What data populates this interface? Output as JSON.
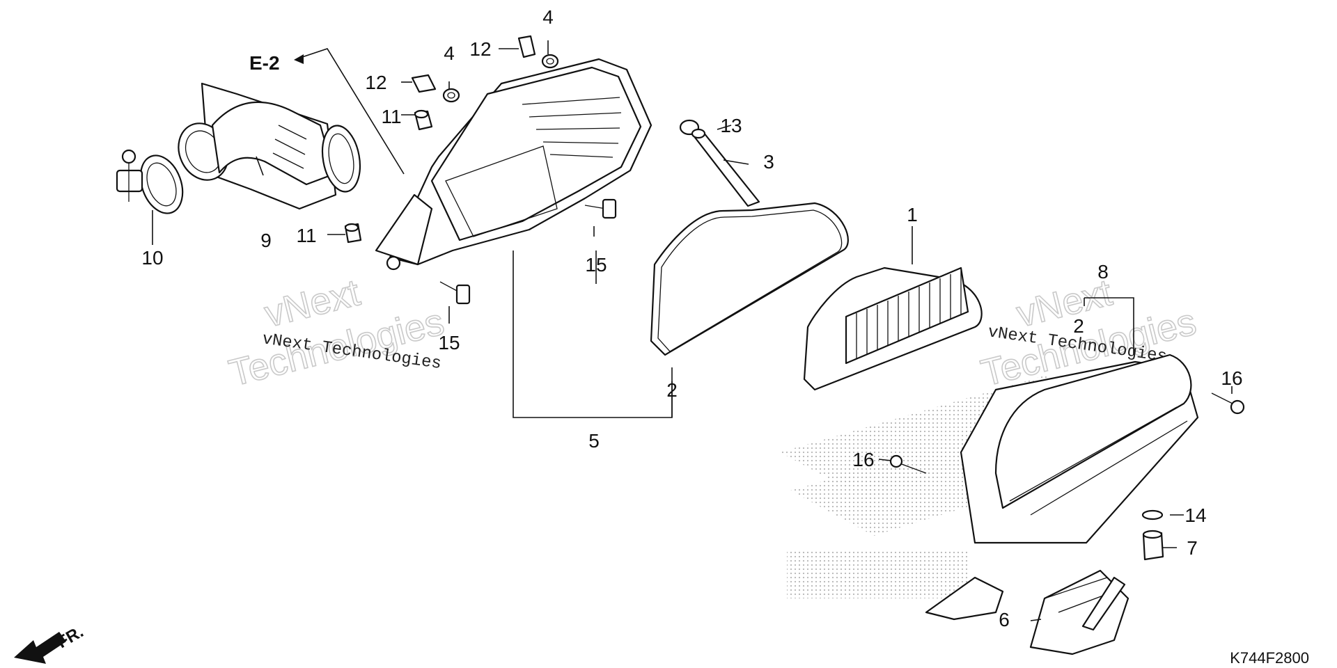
{
  "diagram_code": "K744F2800",
  "reference_label": "E-2",
  "direction_label": "FR.",
  "watermark": {
    "brand_line1": "vNext",
    "brand_line2": "Technologies",
    "brand_full": "vNext Technologies"
  },
  "callouts": {
    "p1": "1",
    "p2a": "2",
    "p2b": "2",
    "p3": "3",
    "p4a": "4",
    "p4b": "4",
    "p5": "5",
    "p6": "6",
    "p7": "7",
    "p8": "8",
    "p9": "9",
    "p10": "10",
    "p11a": "11",
    "p11b": "11",
    "p12a": "12",
    "p12b": "12",
    "p13": "13",
    "p14": "14",
    "p15a": "15",
    "p15b": "15",
    "p16a": "16",
    "p16b": "16"
  },
  "colors": {
    "line": "#111111",
    "watermark": "#c9c9c9",
    "background": "#ffffff"
  }
}
